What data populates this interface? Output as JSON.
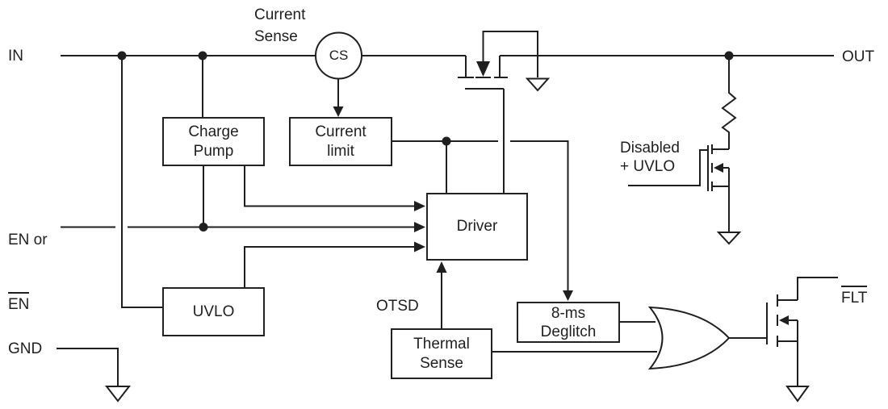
{
  "labels": {
    "in": "IN",
    "out": "OUT",
    "en_prefix": "EN or",
    "en_bar": "EN",
    "gnd": "GND",
    "current_sense": "Current\nSense",
    "cs": "CS",
    "otsd": "OTSD",
    "disabled_uvlo": "Disabled\n+ UVLO",
    "flt_bar": "FLT"
  },
  "blocks": {
    "charge_pump": "Charge\nPump",
    "current_limit": "Current\nlimit",
    "driver": "Driver",
    "uvlo": "UVLO",
    "thermal_sense": "Thermal\nSense",
    "deglitch_8ms": "8-ms\nDeglitch"
  },
  "colors": {
    "line": "#1f1f1f",
    "background": "#ffffff"
  }
}
